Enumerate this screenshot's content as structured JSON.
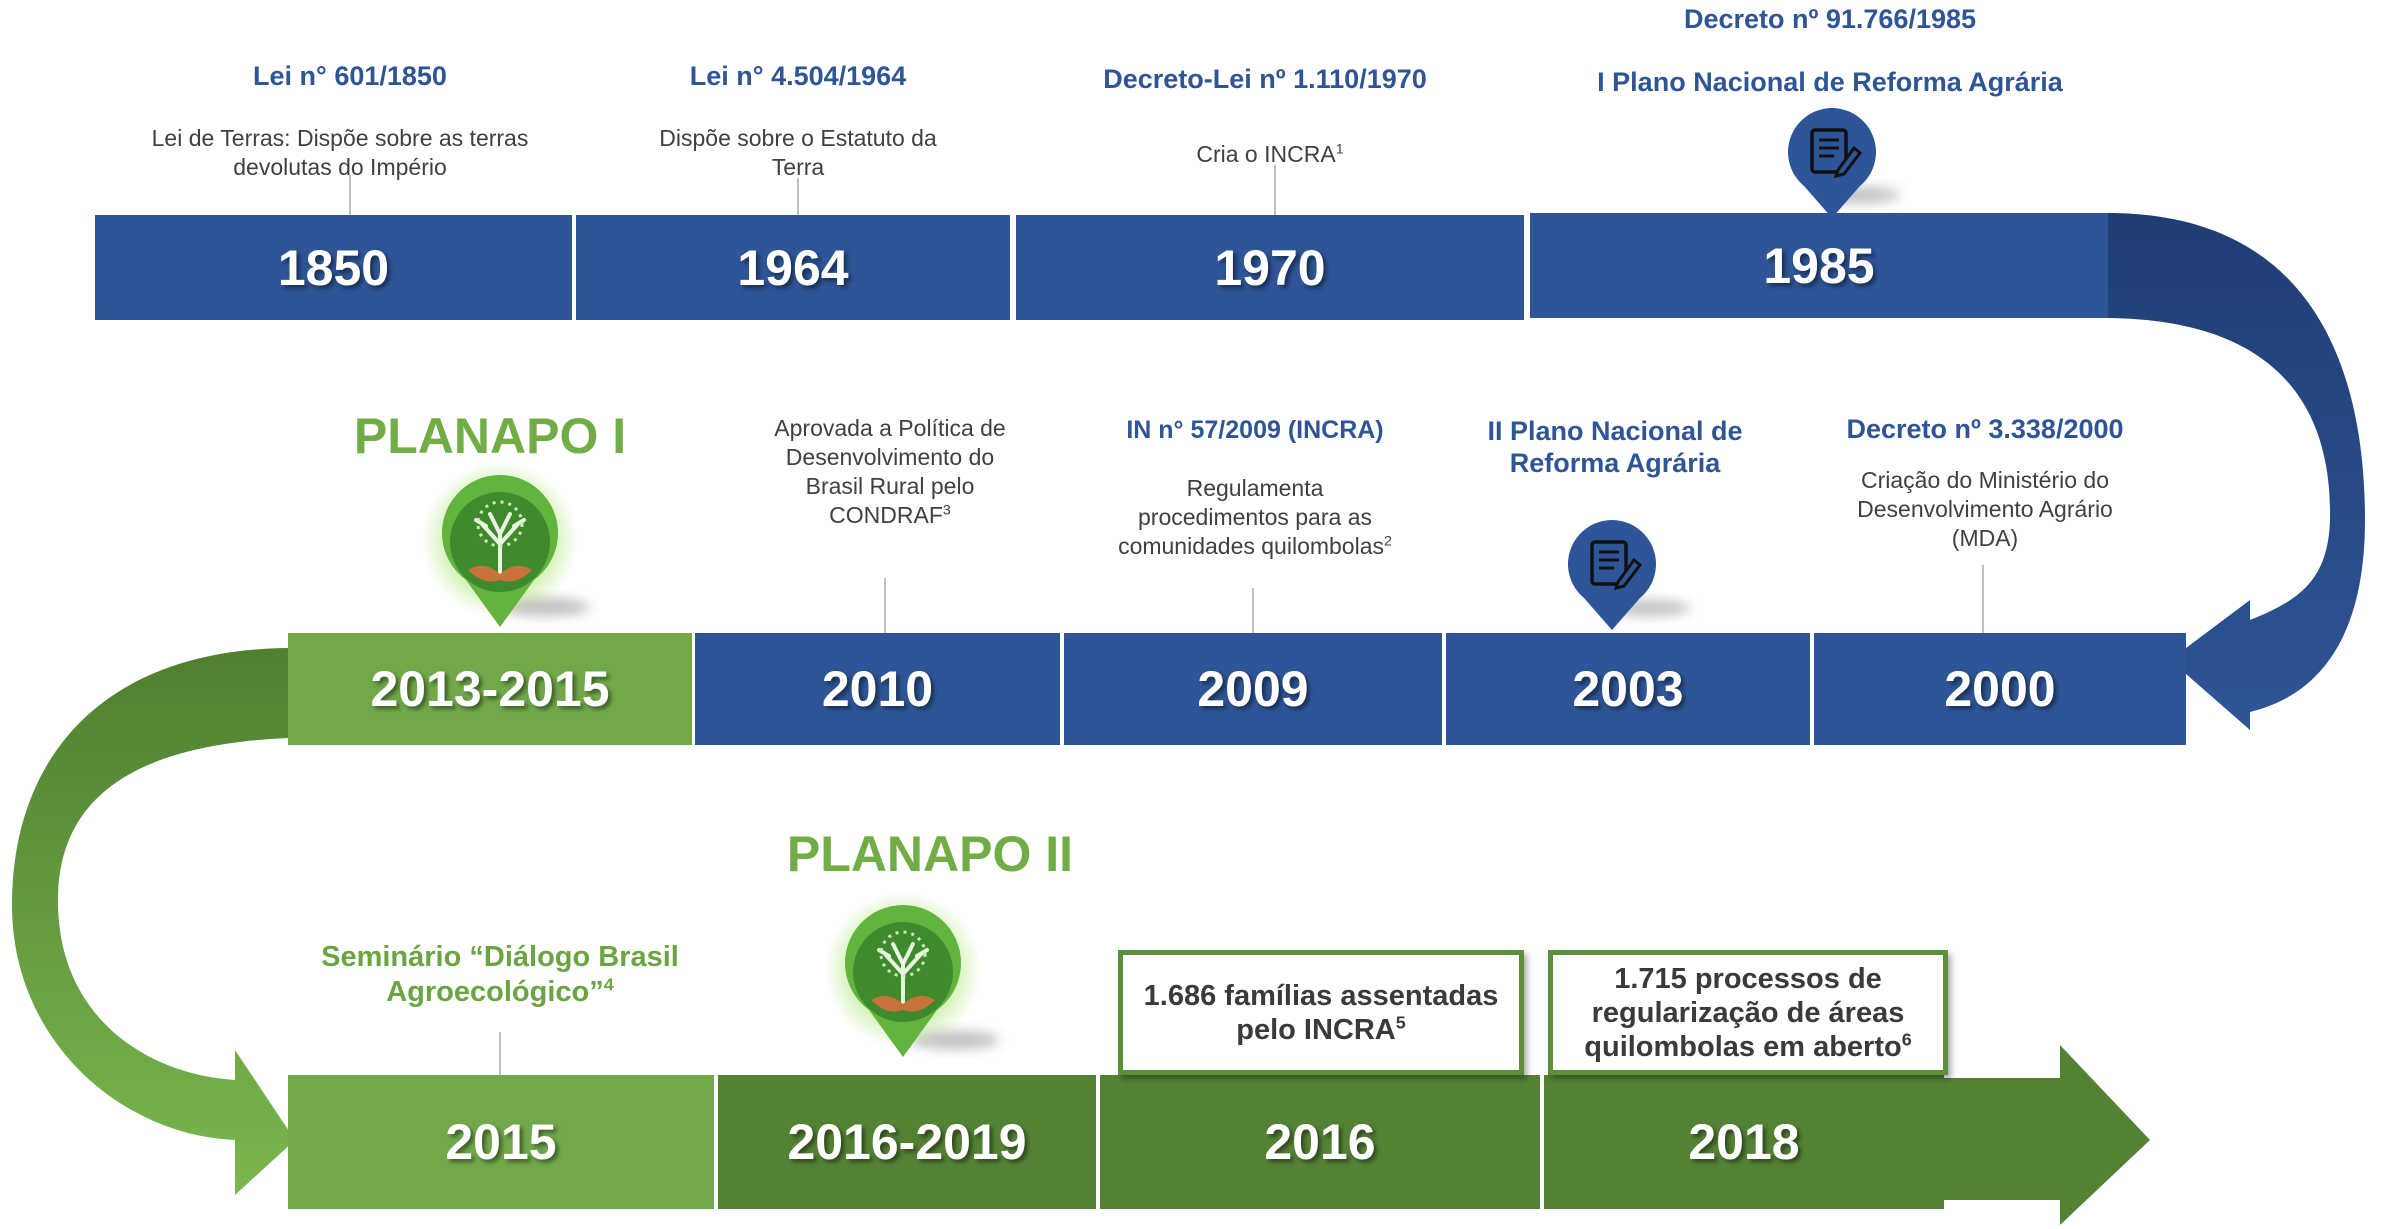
{
  "row1": [
    {
      "year": "1850",
      "title": "Lei n° 601/1850",
      "desc": "Lei de Terras: Dispõe sobre as terras devolutas do Império"
    },
    {
      "year": "1964",
      "title": "Lei n° 4.504/1964",
      "desc": "Dispõe sobre o Estatuto da Terra"
    },
    {
      "year": "1970",
      "title": "Decreto-Lei nº 1.110/1970",
      "desc": "Cria o INCRA",
      "desc_sup": "1"
    },
    {
      "year": "1985",
      "title_top": "Decreto nº 91.766/1985",
      "title": "I Plano Nacional de Reforma Agrária",
      "icon": "document-pen-icon"
    }
  ],
  "row2": [
    {
      "year": "2013-2015",
      "title": "PLANAPO I",
      "icon": "tree-hands-pin-icon"
    },
    {
      "year": "2010",
      "desc": "Aprovada a Política de Desenvolvimento do Brasil Rural pelo CONDRAF",
      "desc_sup": "3"
    },
    {
      "year": "2009",
      "title": "IN n° 57/2009 (INCRA)",
      "desc": "Regulamenta procedimentos para as comunidades quilombolas",
      "desc_sup": "2"
    },
    {
      "year": "2003",
      "title": "II Plano Nacional de Reforma Agrária",
      "icon": "document-pen-icon"
    },
    {
      "year": "2000",
      "title": "Decreto nº 3.338/2000",
      "desc": "Criação do Ministério do Desenvolvimento Agrário (MDA)"
    }
  ],
  "row3": [
    {
      "year": "2015",
      "title": "Seminário “Diálogo Brasil Agroecológico”",
      "title_sup": "4"
    },
    {
      "year": "2016-2019",
      "title": "PLANAPO II",
      "icon": "tree-hands-pin-icon"
    },
    {
      "year": "2016",
      "box": "1.686 famílias assentadas pelo INCRA",
      "box_sup": "5"
    },
    {
      "year": "2018",
      "box": "1.715 processos de regularização de áreas quilombolas em aberto",
      "box_sup": "6"
    }
  ],
  "colors": {
    "blue": "#2e5597",
    "title_blue": "#2f5597",
    "green_light": "#71a94a",
    "green_dark": "#548235",
    "planapo_green": "#70ad47"
  }
}
